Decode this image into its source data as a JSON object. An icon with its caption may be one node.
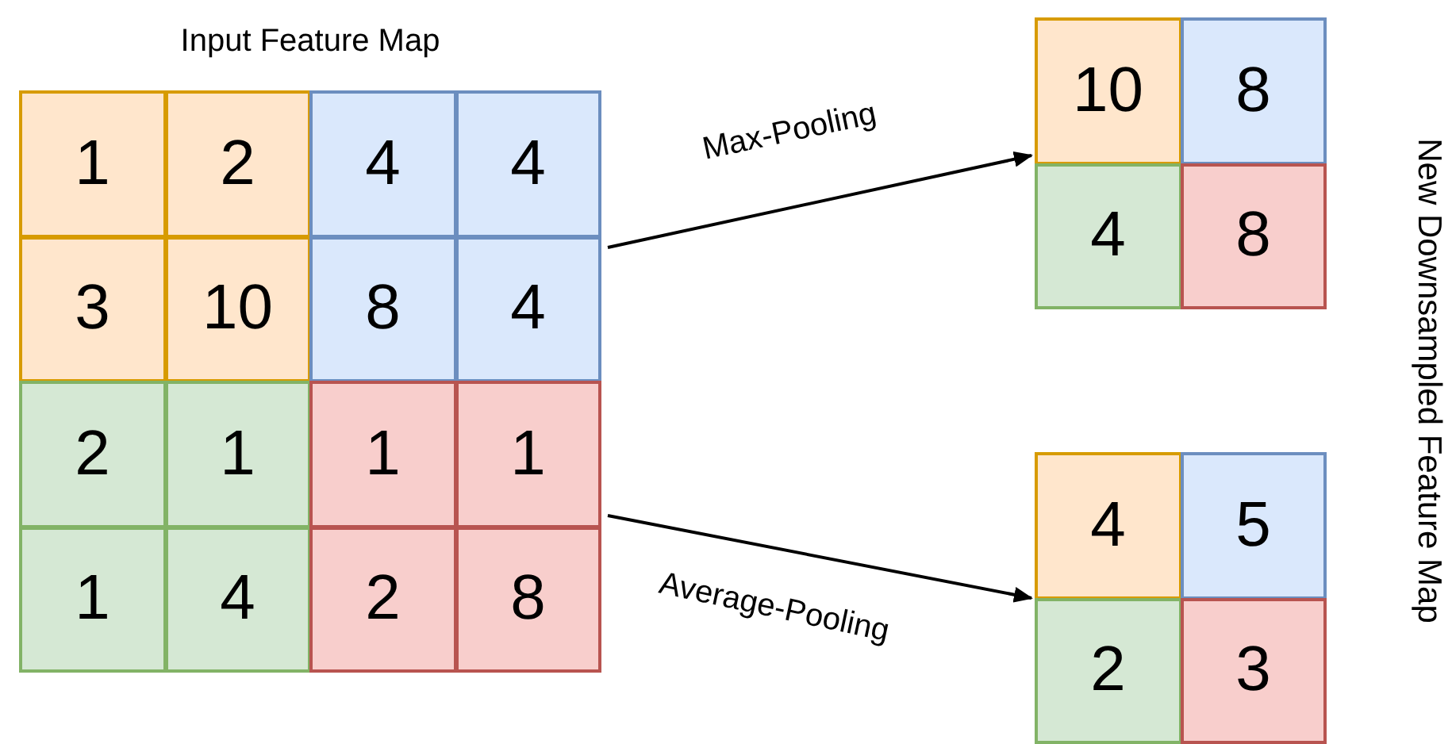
{
  "diagram": {
    "nodes": [
      {
        "text": [
          "Input Feature Map"
        ]
      },
      {
        "text": [
          "1"
        ],
        "in": 0
      },
      {
        "text": [
          "2"
        ],
        "in": 0
      },
      {
        "text": [
          "4"
        ],
        "in": 0
      },
      {
        "text": [
          "4"
        ],
        "in": 0
      },
      {
        "text": [
          "3"
        ],
        "in": 0
      },
      {
        "text": [
          "10"
        ],
        "in": 0
      },
      {
        "text": [
          "8"
        ],
        "in": 0
      },
      {
        "text": [
          "4"
        ],
        "in": 0
      },
      {
        "text": [
          "2"
        ],
        "in": 0
      },
      {
        "text": [
          "1"
        ],
        "in": 0
      },
      {
        "text": [
          "1"
        ],
        "in": 0
      },
      {
        "text": [
          "1"
        ],
        "in": 0
      },
      {
        "text": [
          "1"
        ],
        "in": 0
      },
      {
        "text": [
          "4"
        ],
        "in": 0
      },
      {
        "text": [
          "2"
        ],
        "in": 0
      },
      {
        "text": [
          "8"
        ],
        "in": 0
      },
      {
        "text": [],
        "shape": "box"
      },
      {
        "text": [
          "10"
        ],
        "in": 17
      },
      {
        "text": [
          "8"
        ],
        "in": 17
      },
      {
        "text": [
          "4"
        ],
        "in": 17
      },
      {
        "text": [
          "8"
        ],
        "in": 17
      },
      {
        "text": [],
        "shape": "box"
      },
      {
        "text": [
          "4"
        ],
        "in": 22
      },
      {
        "text": [
          "5"
        ],
        "in": 22
      },
      {
        "text": [
          "2"
        ],
        "in": 22
      },
      {
        "text": [
          "3"
        ],
        "in": 22
      }
    ],
    "edges": [
      {
        "from": 0,
        "to": 17,
        "arrow": "to",
        "label": "Max-Pooling"
      },
      {
        "from": 0,
        "to": 22,
        "arrow": "to",
        "label": "Average-Pooling"
      }
    ],
    "labels": [
      "New Downsampled Feature Map"
    ]
  }
}
